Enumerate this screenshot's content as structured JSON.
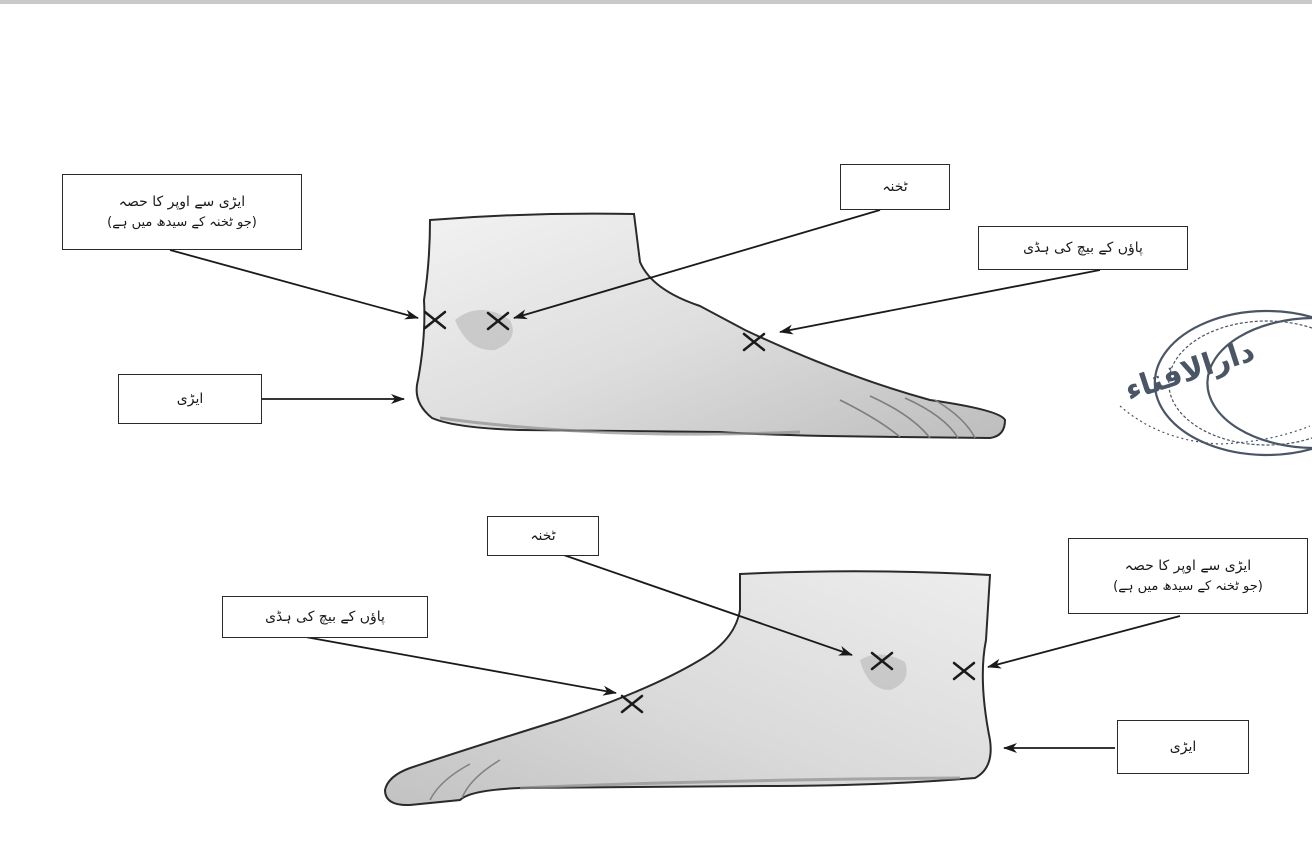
{
  "figures": [
    {
      "id": "top",
      "labels": {
        "upper_heel": {
          "line1": "ایڑی سے اوپر کا حصہ",
          "line2": "(جو ٹخنہ کے سیدھ میں ہے)"
        },
        "ankle": "ٹخنہ",
        "mid_foot_bone": "پاؤں کے بیچ کی ہڈی",
        "heel": "ایڑی"
      }
    },
    {
      "id": "bottom",
      "labels": {
        "ankle": "ٹخنہ",
        "upper_heel": {
          "line1": "ایڑی سے اوپر کا حصہ",
          "line2": "(جو ٹخنہ کے سیدھ میں ہے)"
        },
        "mid_foot_bone": "پاؤں کے بیچ کی ہڈی",
        "heel": "ایڑی"
      }
    }
  ],
  "stamp": {
    "text": "دارالافتاء"
  },
  "colors": {
    "ink": "#1a1a1a",
    "skin_light": "#ececec",
    "skin_mid": "#cfcfcf",
    "skin_dark": "#a9a9a9",
    "stamp": "#4a5566"
  }
}
